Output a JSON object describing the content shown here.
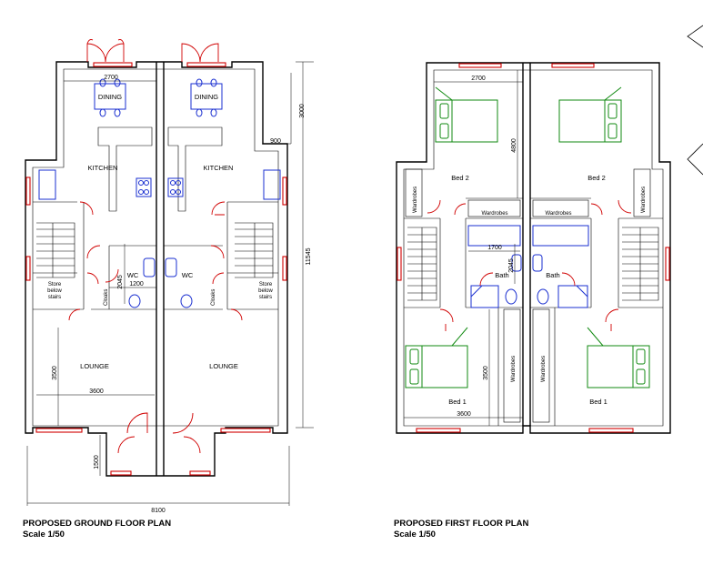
{
  "ground_floor": {
    "rooms": {
      "dining_left": "DINING",
      "dining_right": "DINING",
      "kitchen_left": "KITCHEN",
      "kitchen_right": "KITCHEN",
      "wc_left": "WC",
      "wc_right": "WC",
      "cloaks_left": "Cloaks",
      "cloaks_right": "Cloaks",
      "store_left": [
        "Store",
        "below",
        "stairs"
      ],
      "store_right": [
        "Store",
        "below",
        "stairs"
      ],
      "lounge_left": "LOUNGE",
      "lounge_right": "LOUNGE"
    },
    "dimensions": {
      "width_top": "2700",
      "depth_rear": "3000",
      "projection": "900",
      "overall_depth": "11545",
      "wc_depth": "2045",
      "wc_width": "1200",
      "lounge_depth": "3500",
      "lounge_width": "3600",
      "porch_depth": "1500",
      "overall_width": "8100"
    },
    "caption_title": "PROPOSED GROUND FLOOR PLAN",
    "caption_scale": "Scale 1/50"
  },
  "first_floor": {
    "rooms": {
      "bed2_left": "Bed 2",
      "bed2_right": "Bed 2",
      "wardrobes_b2_left": "Wardrobes",
      "wardrobes_b2_right": "Wardrobes",
      "wardrobes_mid_left": "Wardrobes",
      "wardrobes_mid_right": "Wardrobes",
      "bath_left": "Bath",
      "bath_right": "Bath",
      "wardrobes_b1_left": "Wardrobes",
      "wardrobes_b1_right": "Wardrobes",
      "bed1_left": "Bed 1",
      "bed1_right": "Bed 1"
    },
    "dimensions": {
      "width_top": "2700",
      "bed2_depth": "4800",
      "bath_width": "1700",
      "bath_depth": "2045",
      "bed1_depth": "3500",
      "bed1_width": "3600"
    },
    "caption_title": "PROPOSED FIRST FLOOR PLAN",
    "caption_scale": "Scale 1/50"
  },
  "colors": {
    "walls": "#000000",
    "windows_doors": "#d00000",
    "fixtures": "#1a2fd0",
    "beds": "#118a11"
  }
}
